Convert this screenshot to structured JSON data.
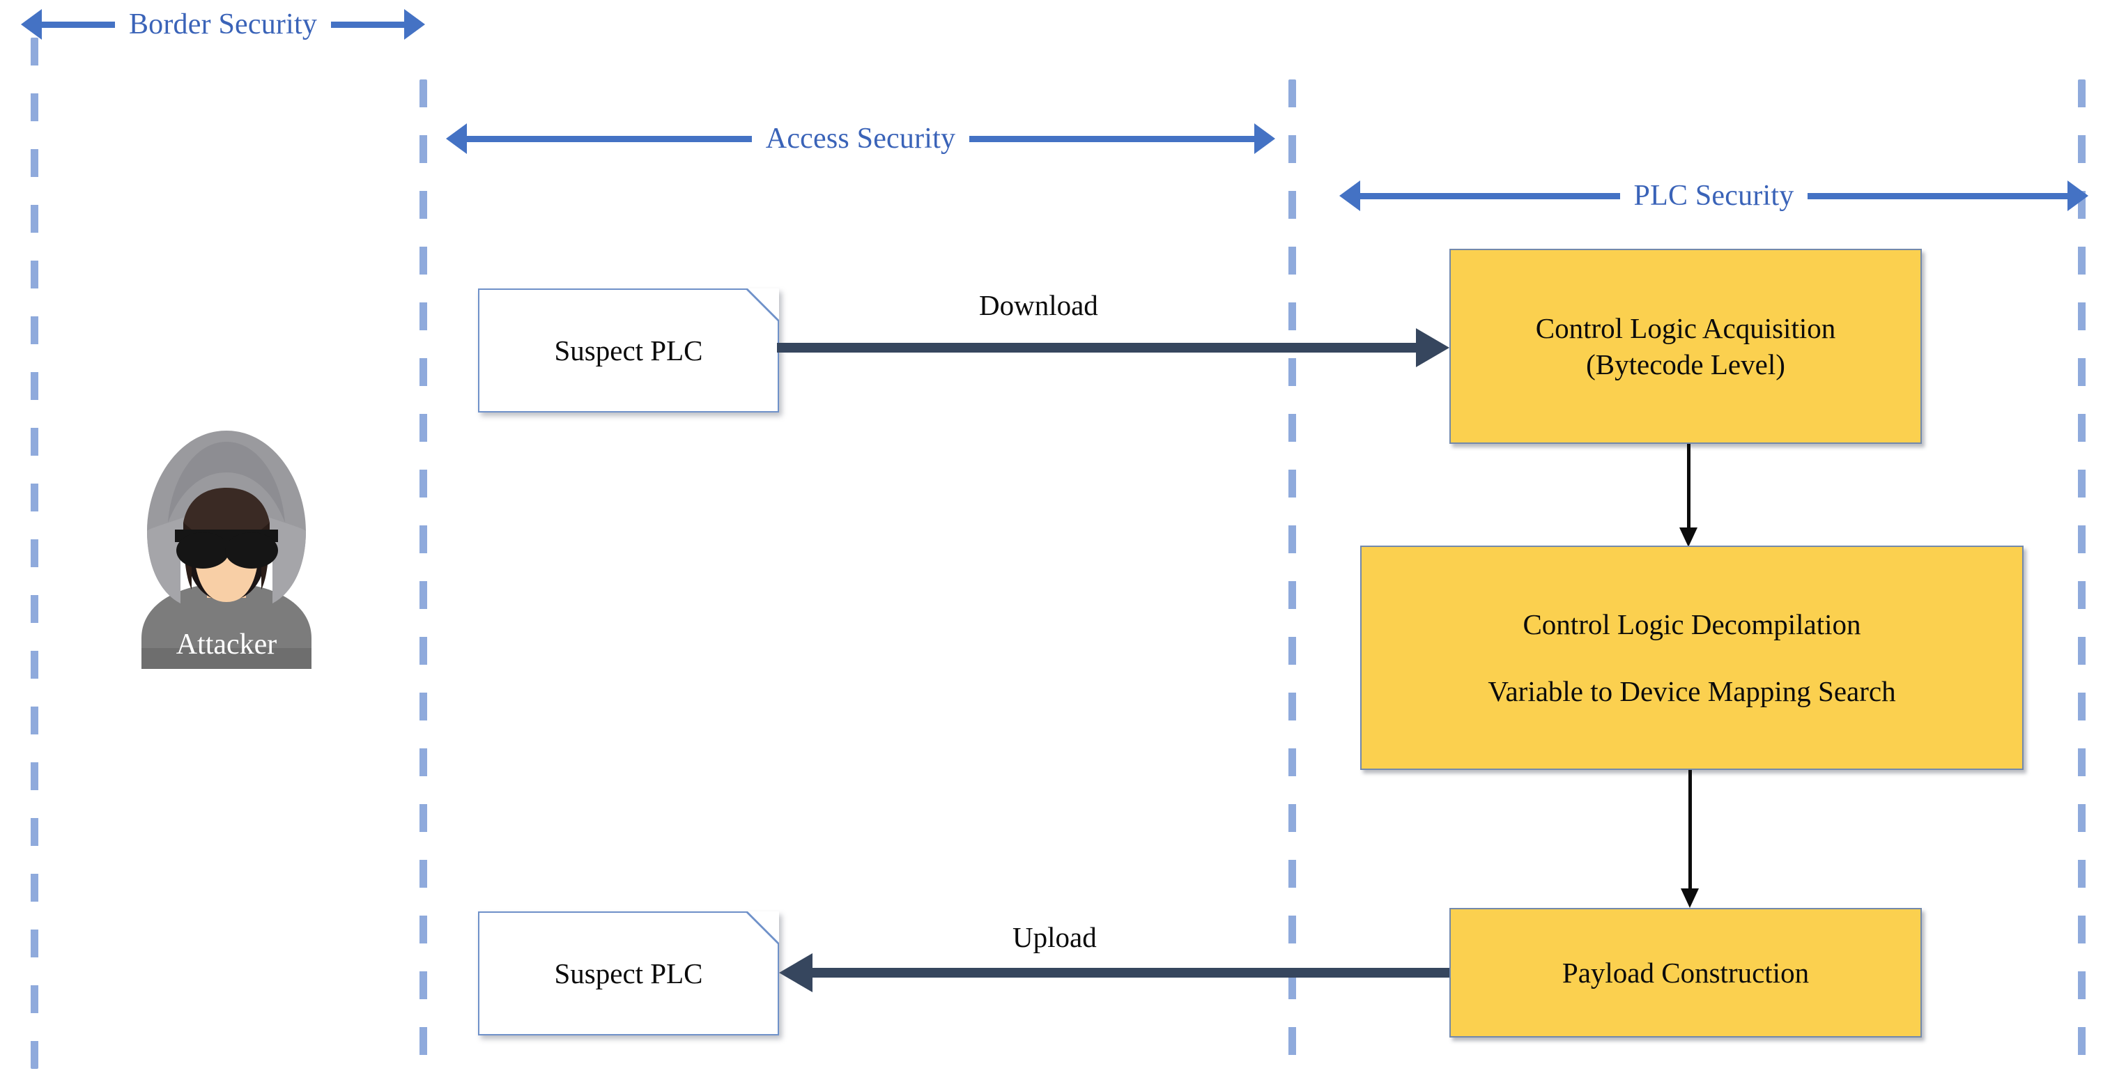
{
  "diagram": {
    "title": "PLC attack workflow across security zones",
    "colors": {
      "zone_line": "#8faadc",
      "zone_label": "#3a63b8",
      "zone_arrow": "#4472c4",
      "process_fill": "#fbd04f",
      "process_border": "#7389ab",
      "transfer_arrow": "#36465e",
      "connector": "#0c0c0c",
      "tag_border": "#6f91c9",
      "background": "#ffffff"
    },
    "zones": [
      {
        "id": "border-security",
        "label": "Border Security"
      },
      {
        "id": "access-security",
        "label": "Access Security"
      },
      {
        "id": "plc-security",
        "label": "PLC Security"
      }
    ],
    "actor": {
      "label": "Attacker",
      "icon": "hooded-attacker-icon"
    },
    "nodes": [
      {
        "id": "suspect-plc-top",
        "label": "Suspect PLC",
        "shape": "tag"
      },
      {
        "id": "suspect-plc-bottom",
        "label": "Suspect PLC",
        "shape": "tag"
      },
      {
        "id": "control-logic-acquisition",
        "shape": "process",
        "lines": [
          "Control Logic Acquisition",
          "(Bytecode Level)"
        ]
      },
      {
        "id": "control-logic-decompilation",
        "shape": "process",
        "lines": [
          "Control Logic Decompilation",
          "Variable to Device Mapping Search"
        ]
      },
      {
        "id": "payload-construction",
        "shape": "process",
        "lines": [
          "Payload Construction"
        ]
      }
    ],
    "edges": [
      {
        "id": "download-edge",
        "label": "Download",
        "from": "suspect-plc-top",
        "to": "control-logic-acquisition",
        "direction": "right",
        "style": "thick"
      },
      {
        "id": "acquisition-to-decompilation",
        "label": "",
        "from": "control-logic-acquisition",
        "to": "control-logic-decompilation",
        "direction": "down",
        "style": "thin"
      },
      {
        "id": "decompilation-to-payload",
        "label": "",
        "from": "control-logic-decompilation",
        "to": "payload-construction",
        "direction": "down",
        "style": "thin"
      },
      {
        "id": "upload-edge",
        "label": "Upload",
        "from": "payload-construction",
        "to": "suspect-plc-bottom",
        "direction": "left",
        "style": "thick"
      }
    ]
  }
}
